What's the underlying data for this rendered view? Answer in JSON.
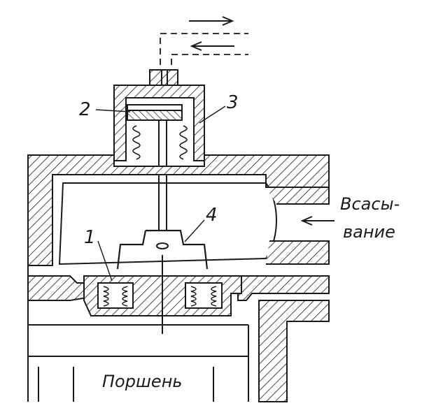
{
  "labels": {
    "one": "1",
    "two": "2",
    "three": "3",
    "four": "4",
    "intake_line1": "Всасы-",
    "intake_line2": "вание",
    "piston": "Поршень"
  },
  "colors": {
    "ink": "#1a1a1a",
    "paper": "#ffffff"
  }
}
